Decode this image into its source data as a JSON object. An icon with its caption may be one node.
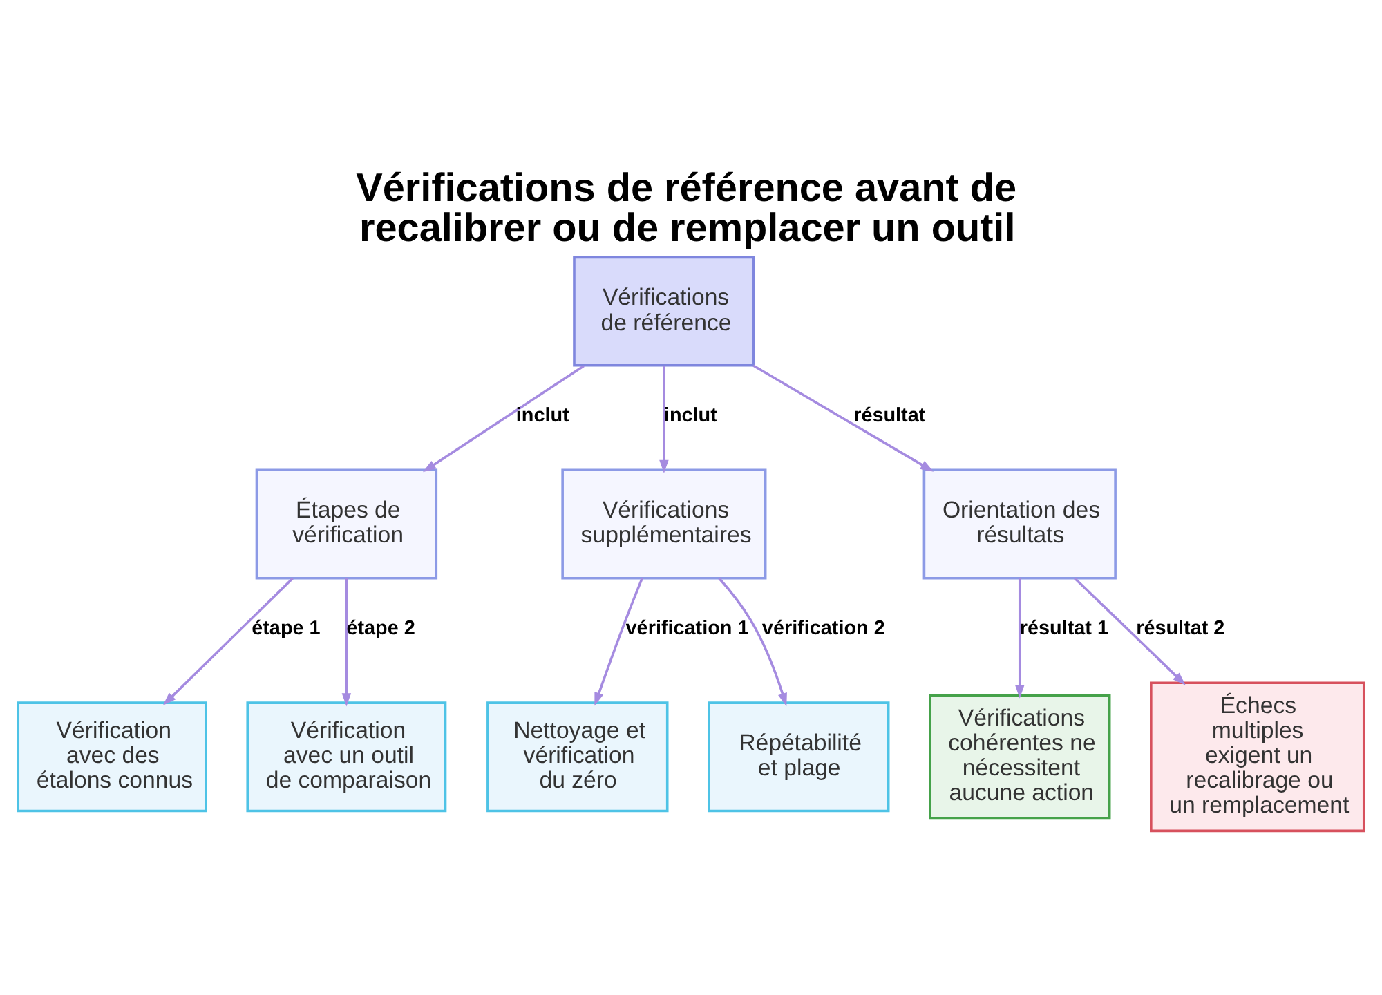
{
  "diagram": {
    "title": "Vérifications de référence avant de recalibrer ou de remplacer un outil",
    "nodes": [
      {
        "text": [
          "Vérifications de référence"
        ]
      },
      {
        "text": [
          "Étapes de vérification"
        ]
      },
      {
        "text": [
          "Vérifications supplémentaires"
        ]
      },
      {
        "text": [
          "Orientation des résultats"
        ]
      },
      {
        "text": [
          "Vérification avec des étalons connus"
        ]
      },
      {
        "text": [
          "Vérification avec un outil de comparaison"
        ]
      },
      {
        "text": [
          "Nettoyage et vérification du zéro"
        ]
      },
      {
        "text": [
          "Répétabilité et plage"
        ]
      },
      {
        "text": [
          "Vérifications cohérentes ne nécessitent aucune action"
        ]
      },
      {
        "text": [
          "Échecs multiples exigent un recalibrage ou un remplacement"
        ]
      }
    ],
    "edges": [
      {
        "from": 0,
        "to": 1,
        "arrow": "to",
        "label": "inclut"
      },
      {
        "from": 0,
        "to": 2,
        "arrow": "to",
        "label": "inclut"
      },
      {
        "from": 0,
        "to": 3,
        "arrow": "to",
        "label": "résultat"
      },
      {
        "from": 1,
        "to": 4,
        "arrow": "to",
        "label": "étape 1"
      },
      {
        "from": 1,
        "to": 5,
        "arrow": "to",
        "label": "étape 2"
      },
      {
        "from": 2,
        "to": 6,
        "arrow": "to",
        "label": "vérification 1"
      },
      {
        "from": 2,
        "to": 7,
        "arrow": "to",
        "label": "vérification 2"
      },
      {
        "from": 3,
        "to": 8,
        "arrow": "to",
        "label": "résultat 1"
      },
      {
        "from": 3,
        "to": 9,
        "arrow": "to",
        "label": "résultat 2"
      }
    ]
  }
}
